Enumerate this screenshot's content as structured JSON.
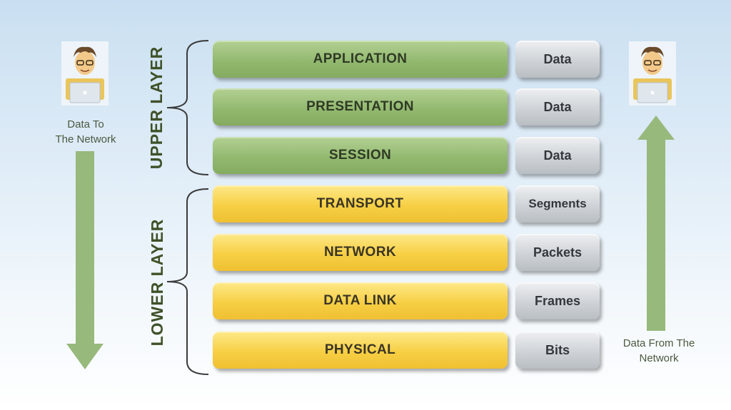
{
  "layers": [
    {
      "name": "APPLICATION",
      "pdu": "Data",
      "group": "upper"
    },
    {
      "name": "PRESENTATION",
      "pdu": "Data",
      "group": "upper"
    },
    {
      "name": "SESSION",
      "pdu": "Data",
      "group": "upper"
    },
    {
      "name": "TRANSPORT",
      "pdu": "Segments",
      "group": "lower"
    },
    {
      "name": "NETWORK",
      "pdu": "Packets",
      "group": "lower"
    },
    {
      "name": "DATA LINK",
      "pdu": "Frames",
      "group": "lower"
    },
    {
      "name": "PHYSICAL",
      "pdu": "Bits",
      "group": "lower"
    }
  ],
  "groups": {
    "upper_label": "UPPER LAYER",
    "lower_label": "LOWER LAYER"
  },
  "left_side": {
    "caption_line1": "Data To",
    "caption_line2": "The Network",
    "arrow_direction": "down"
  },
  "right_side": {
    "caption_line1": "Data From The",
    "caption_line2": "Network",
    "arrow_direction": "up"
  },
  "colors": {
    "upper_layer": "#93b970",
    "lower_layer": "#f7cf44",
    "pdu_box": "#cfd3d7",
    "arrow": "#97b97c",
    "group_label": "#3f5128"
  },
  "icons": {
    "sender": "person-with-laptop-icon",
    "receiver": "person-with-laptop-icon"
  }
}
